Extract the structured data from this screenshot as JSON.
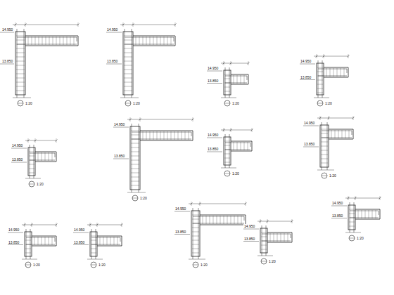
{
  "diagram": {
    "labels": [
      "1:20",
      "1:20",
      "1:20",
      "1:20",
      "1:20",
      "1:20",
      "1:20",
      "1:20",
      "1:20",
      "1:20",
      "1:20",
      "1:20",
      "1:20",
      "14.950",
      "14.950",
      "14.950",
      "14.950",
      "14.950",
      "14.950",
      "14.950",
      "14.950",
      "14.950",
      "14.950",
      "14.950",
      "14.950",
      "14.950",
      "13.850",
      "13.850",
      "13.850",
      "13.850",
      "13.850",
      "13.850",
      "13.850",
      "13.850",
      "13.850",
      "13.850",
      "13.850",
      "13.850",
      "13.850"
    ]
  }
}
